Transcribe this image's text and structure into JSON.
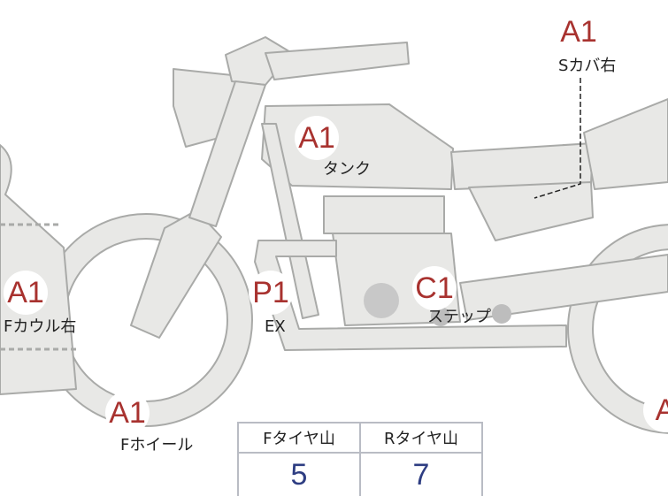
{
  "colors": {
    "body_fill": "#e8e8e6",
    "body_stroke": "#a9aaa8",
    "grade_text": "#a8322f",
    "value_text": "#2e3d82",
    "table_border": "#b9bcc4",
    "mark": "#bdbdbd"
  },
  "parts": [
    {
      "grade": "A1",
      "label": "Sカバ右"
    },
    {
      "grade": "A1",
      "label": "タンク"
    },
    {
      "grade": "A1",
      "label": "Fカウル右"
    },
    {
      "grade": "P1",
      "label": "EX"
    },
    {
      "grade": "C1",
      "label": "ステップ"
    },
    {
      "grade": "A1",
      "label": "Fホイール"
    },
    {
      "grade": "A",
      "label": ""
    }
  ],
  "tire_table": {
    "headers": [
      "Fタイヤ山",
      "Rタイヤ山"
    ],
    "values": [
      "5",
      "7"
    ]
  }
}
